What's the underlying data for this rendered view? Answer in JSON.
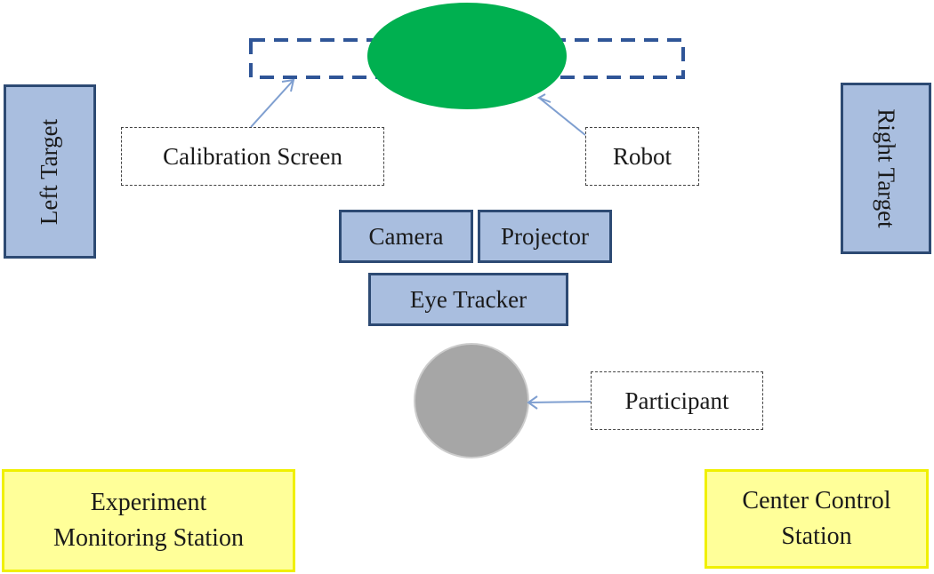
{
  "labels": {
    "left_target": "Left Target",
    "right_target": "Right Target",
    "calibration_screen": "Calibration Screen",
    "robot": "Robot",
    "camera": "Camera",
    "projector": "Projector",
    "eye_tracker": "Eye Tracker",
    "participant": "Participant",
    "experiment_station_line1": "Experiment",
    "experiment_station_line2": "Monitoring Station",
    "control_station_line1": "Center Control",
    "control_station_line2": "Station"
  },
  "colors": {
    "target_fill": "#a9bedf",
    "target_border": "#2d4a73",
    "station_fill": "#ffff99",
    "station_border": "#f0f000",
    "robot_fill": "#00b050",
    "participant_fill": "#a6a6a6",
    "arrow": "#7f9fd0"
  }
}
